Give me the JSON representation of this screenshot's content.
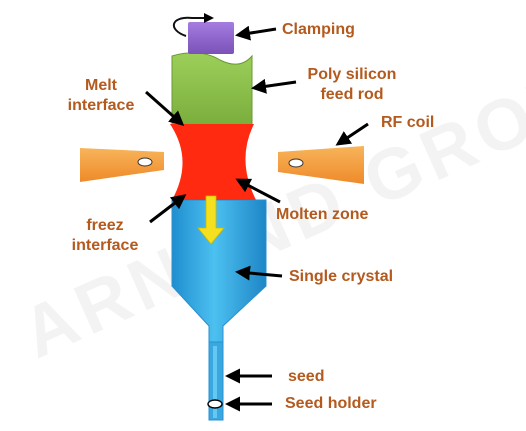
{
  "diagram": {
    "labels": {
      "clamping": "Clamping",
      "poly_silicon_line1": "Poly silicon",
      "poly_silicon_line2": "feed rod",
      "melt_line1": "Melt",
      "melt_line2": "interface",
      "rf_coil": "RF coil",
      "molten_zone": "Molten zone",
      "freez_line1": "freez",
      "freez_line2": "interface",
      "single_crystal": "Single crystal",
      "seed": "seed",
      "seed_holder": "Seed holder"
    },
    "colors": {
      "label_text": "#b45a1e",
      "clamp": "#8b63c9",
      "feed_rod": "#8cbf4a",
      "molten_zone": "#ff2a10",
      "rf_coil": "#f5a040",
      "crystal": "#3aa8e0",
      "growth_arrow": "#f5e020",
      "pointer_arrows": "#000000"
    }
  }
}
